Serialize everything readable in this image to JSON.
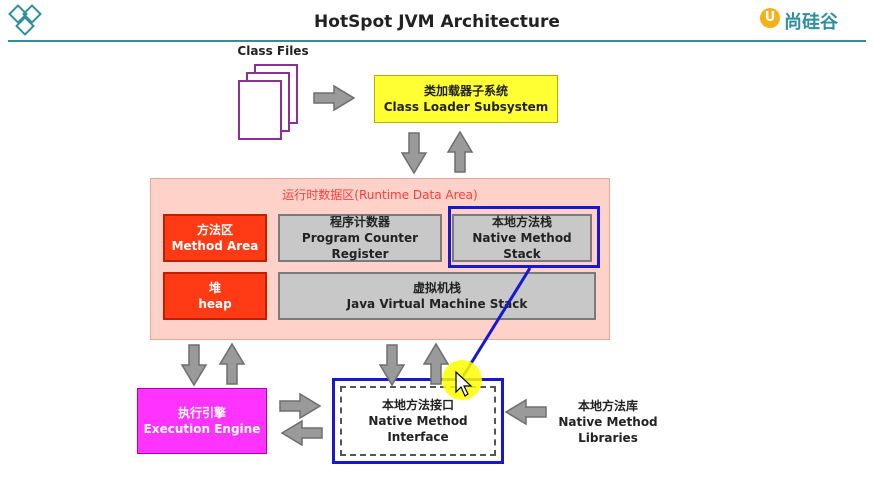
{
  "header": {
    "title": "HotSpot JVM Architecture",
    "logo_text": "尚硅谷",
    "logo_mark": "U"
  },
  "class_files": {
    "label": "Class Files"
  },
  "class_loader": {
    "cn": "类加载器子系统",
    "en": "Class Loader Subsystem"
  },
  "runtime_area": {
    "title": "运行时数据区(Runtime Data Area)",
    "method_area": {
      "cn": "方法区",
      "en": "Method Area"
    },
    "pc_register": {
      "cn": "程序计数器",
      "en": "Program Counter Register"
    },
    "native_stack": {
      "cn": "本地方法栈",
      "en": "Native Method Stack"
    },
    "heap": {
      "cn": "堆",
      "en": "heap"
    },
    "jvm_stack": {
      "cn": "虚拟机栈",
      "en": "Java Virtual Machine Stack"
    }
  },
  "execution_engine": {
    "cn": "执行引擎",
    "en": "Execution Engine"
  },
  "native_interface": {
    "cn": "本地方法接口",
    "en": "Native Method Interface"
  },
  "native_libraries": {
    "cn": "本地方法库",
    "en1": "Native Method",
    "en2": "Libraries"
  },
  "colors": {
    "yellow_box": "#ffff33",
    "runtime_bg": "#ffd2c9",
    "red_box": "#ff3a14",
    "gray_box": "#c8c8c8",
    "magenta_box": "#ff33ff",
    "highlight_blue": "#1818d0",
    "accent_teal": "#2f8f9d"
  }
}
